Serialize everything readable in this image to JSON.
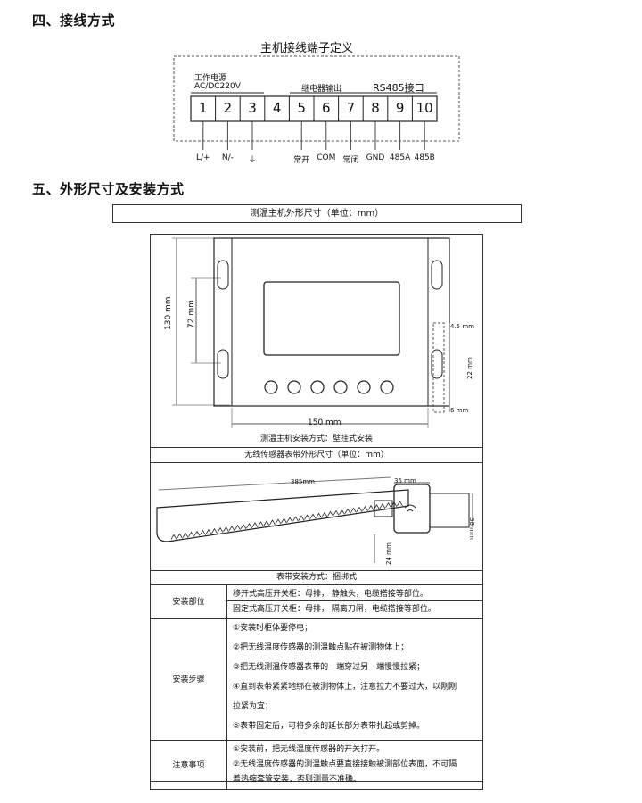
{
  "section4": {
    "title": "四、接线方式",
    "diagram_title": "主机接线端子定义",
    "power_label_1": "工作电源",
    "power_label_2": "AC/DC220V",
    "relay_label": "继电器输出",
    "rs485_label": "RS485接口",
    "terminals": [
      "1",
      "2",
      "3",
      "4",
      "5",
      "6",
      "7",
      "8",
      "9",
      "10"
    ],
    "bottom_labels": [
      "L/+",
      "N/-",
      "⏚",
      "常开",
      "COM",
      "常闭",
      "GND",
      "485A",
      "485B"
    ]
  },
  "section5": {
    "title": "五、外形尺寸及安装方式",
    "host_dim_title": "测温主机外形尺寸（单位：mm）",
    "dim_130": "130 mm",
    "dim_72": "72 mm",
    "dim_150": "150 mm",
    "dim_45": "4.5 mm",
    "dim_22": "22 mm",
    "dim_6": "6 mm",
    "host_install": "测温主机安装方式：壁挂式安装",
    "sensor_dim_title": "无线传感器表带外形尺寸（单位：mm）",
    "dim_385": "385mm",
    "dim_35": "35 mm",
    "dim_38": "38 mm",
    "dim_24": "24 mm",
    "strap_install": "表带安装方式：捆绑式"
  },
  "table": {
    "rows": [
      {
        "label": "安装部位",
        "lines": [
          "移开式高压开关柜：母排，  静触头，电缆搭接等部位。",
          "固定式高压开关柜：母排，  隔离刀闸，电缆搭接等部位。"
        ]
      },
      {
        "label": "安装步骤",
        "lines": [
          "①安装时柜体要停电；",
          "②把无线温度传感器的测温触点贴在被测物体上；",
          "③把无线测温传感器表带的一端穿过另一端慢慢拉紧；",
          "④直到表带紧紧地绑在被测物体上，注意拉力不要过大，以刚刚",
          "拉紧为宜；",
          "⑤表带固定后，可将多余的延长部分表带扎起或剪掉。"
        ]
      },
      {
        "label": "注意事项",
        "lines": [
          "①安装前，把无线温度传感器的开关打开。",
          "②无线温度传感器的测温触点要直接接触被测部位表面，不可隔",
          "着热缩套管安装，否则测量不准确。"
        ]
      }
    ]
  }
}
